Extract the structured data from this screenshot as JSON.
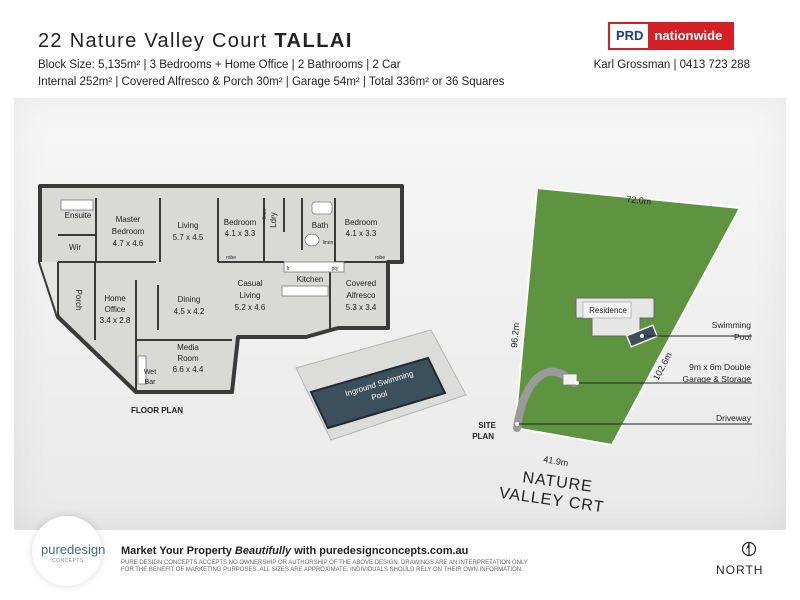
{
  "header": {
    "street": "22 Nature Valley Court",
    "suburb": "TALLAI",
    "spec_line1": "Block Size: 5,135m²   |  3 Bedrooms + Home Office   |  2 Bathrooms   |  2 Car",
    "spec_line2": "Internal 252m² |   Covered Alfresco & Porch 30m²    |   Garage 54m²   |  Total 336m² or 36 Squares",
    "agent": "Karl Grossman | 0413 723 288",
    "logo_prd": "PRD",
    "logo_nationwide": "nationwide"
  },
  "floor_plan": {
    "title": "FLOOR PLAN",
    "rooms": {
      "ensuite": "Ensuite",
      "wir": "Wir",
      "master_name": "Master",
      "master_name2": "Bedroom",
      "master_dims": "4.7 x 4.6",
      "living": "Living",
      "living_dims": "5.7 x 4.5",
      "bed2": "Bedroom",
      "bed2_dims": "4.1 x 3.3",
      "ldry": "Ldry",
      "linen": "linen",
      "bath": "Bath",
      "bed3": "Bedroom",
      "bed3_dims": "4.1 x 3.3",
      "robe": "robe",
      "fr": "fr",
      "pty": "pty",
      "kitchen": "Kitchen",
      "porch": "Porch",
      "home": "Home",
      "office": "Office",
      "office_dims": "3.4 x 2.8",
      "dining": "Dining",
      "dining_dims": "4.5 x 4.2",
      "casual": "Casual",
      "casual2": "Living",
      "casual_dims": "5.2 x 4.6",
      "covered": "Covered",
      "alfresco": "Alfresco",
      "alfresco_dims": "5.3 x 3.4",
      "media": "Media",
      "media2": "Room",
      "media_dims": "6.6 x 4.4",
      "wet": "Wet",
      "bar": "Bar",
      "pool1": "Inground Swimming",
      "pool2": "Pool"
    }
  },
  "site_plan": {
    "title1": "SITE",
    "title2": "PLAN",
    "dim_top": "72.0m",
    "dim_left": "96.2m",
    "dim_right": "102.6m",
    "dim_bottom": "41.9m",
    "residence": "Residence",
    "street1": "NATURE",
    "street2": "VALLEY CRT",
    "labels": {
      "pool1": "Swimming",
      "pool2": "Pool",
      "garage1": "9m x 6m Double",
      "garage2": "Garage & Storage",
      "driveway": "Driveway"
    }
  },
  "footer": {
    "logo_text": "puredesign",
    "logo_sub": "CONCEPTS",
    "market_prefix": "Market Your Property ",
    "market_bold": "Beautifully",
    "market_suffix": " with puredesignconcepts.com.au",
    "disclaimer1": "PURE DESIGN CONCEPTS ACCEPTS NO OWNERSHIP OR AUTHORSHIP OF THE ABOVE DESIGN. DRAWINGS ARE AN INTERPRETATION ONLY",
    "disclaimer2": "FOR THE BENEFIT OF MARKETING PURPOSES. ALL SIZES ARE APPROXIMATE. INDIVIDUALS SHOULD RELY ON THEIR OWN INFORMATION.",
    "north": "NORTH"
  },
  "colors": {
    "grass": "#5e9440",
    "pool": "#3c4f5c",
    "wall": "#3a3a3a",
    "floor": "#d9d9d6",
    "brand_red": "#d41f26",
    "brand_blue": "#1f3a8a"
  }
}
